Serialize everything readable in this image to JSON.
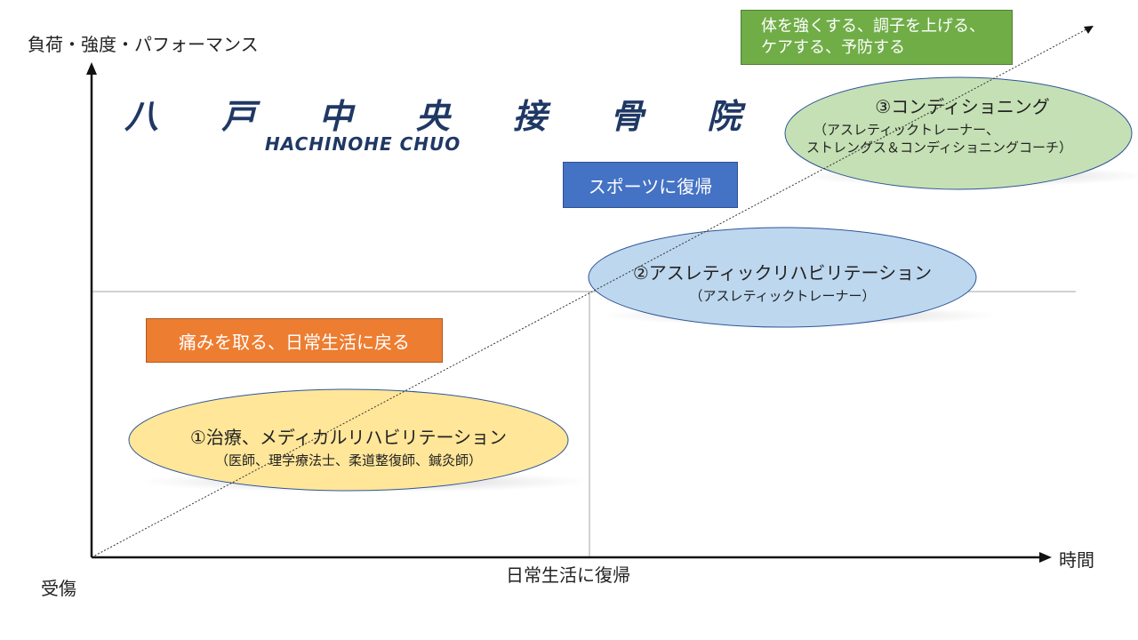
{
  "axes": {
    "y_label": "負荷・強度・パフォーマンス",
    "x_label": "時間",
    "origin_label": "受傷",
    "x_midpoint_label": "日常生活に復帰"
  },
  "brand": {
    "name": "八 戸 中 央 接 骨 院",
    "subname": "HACHINOHE CHUO"
  },
  "goal_boxes": {
    "green_line1": "体を強くする、調子を上げる、",
    "green_line2": "ケアする、予防する",
    "blue": "スポーツに復帰",
    "orange": "痛みを取る、日常生活に戻る"
  },
  "phases": {
    "phase1_title": "①治療、メディカルリハビリテーション",
    "phase1_sub": "（医師、理学療法士、柔道整復師、鍼灸師）",
    "phase2_title": "②アスレティックリハビリテーション",
    "phase2_sub": "（アスレティックトレーナー）",
    "phase3_title": "③コンディショニング",
    "phase3_sub1": "（アスレティックトレーナー、",
    "phase3_sub2": "ストレングス＆コンディショニングコーチ）"
  },
  "colors": {
    "phase1_fill": "#ffe699",
    "phase2_fill": "#bdd7ee",
    "phase3_fill": "#c5e0b4",
    "brand": "#1f3864"
  }
}
